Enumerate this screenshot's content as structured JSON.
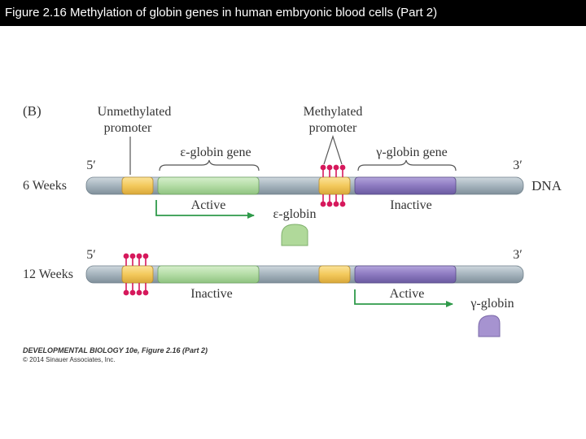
{
  "header": {
    "title": "Figure 2.16  Methylation of globin genes in human embryonic blood cells (Part 2)"
  },
  "figure": {
    "panel_label": "(B)",
    "unmethylated_promoter": [
      "Unmethylated",
      "promoter"
    ],
    "methylated_promoter": [
      "Methylated",
      "promoter"
    ],
    "epsilon_gene_label": "ε-globin gene",
    "gamma_gene_label": "γ-globin gene",
    "five_prime": "5′",
    "three_prime": "3′",
    "dna_label": "DNA",
    "rows": [
      {
        "label": "6 Weeks",
        "methylated_promoter": "gamma",
        "epsilon_status": "Active",
        "gamma_status": "Inactive",
        "product": "ε-globin"
      },
      {
        "label": "12 Weeks",
        "methylated_promoter": "epsilon",
        "epsilon_status": "Inactive",
        "gamma_status": "Active",
        "product": "γ-globin"
      }
    ],
    "colors": {
      "dna": "#a9b7c0",
      "promoter": "#f3c95c",
      "epsilon_gene": "#b4dca6",
      "gamma_gene": "#8d7ac0",
      "methyl_group": "#d6195c",
      "arrow": "#2f9a4a",
      "epsilon_protein": "#b0d99a",
      "gamma_protein": "#a693d0"
    }
  },
  "credits": {
    "line1": "DEVELOPMENTAL BIOLOGY 10e, Figure 2.16 (Part 2)",
    "line2": "© 2014 Sinauer Associates, Inc."
  }
}
